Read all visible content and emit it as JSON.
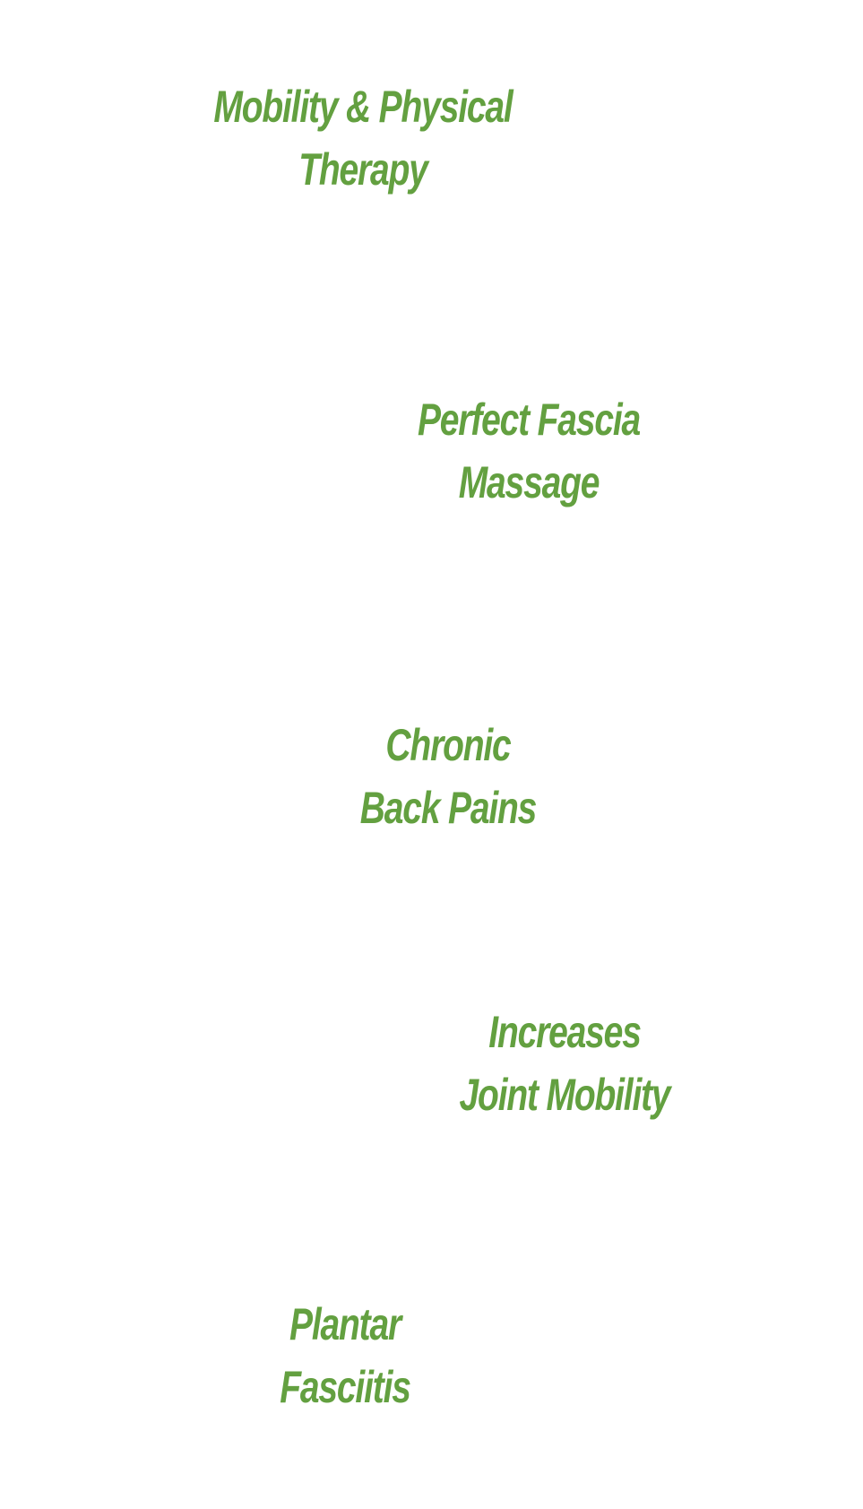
{
  "accent_color": "#63a040",
  "features": [
    {
      "line1": "Mobility & Physical",
      "line2": "Therapy"
    },
    {
      "line1": "Perfect Fascia",
      "line2": "Massage"
    },
    {
      "line1": "Chronic",
      "line2": "Back Pains"
    },
    {
      "line1": "Increases",
      "line2": "Joint Mobility"
    },
    {
      "line1": "Plantar",
      "line2": "Fasciitis"
    }
  ]
}
